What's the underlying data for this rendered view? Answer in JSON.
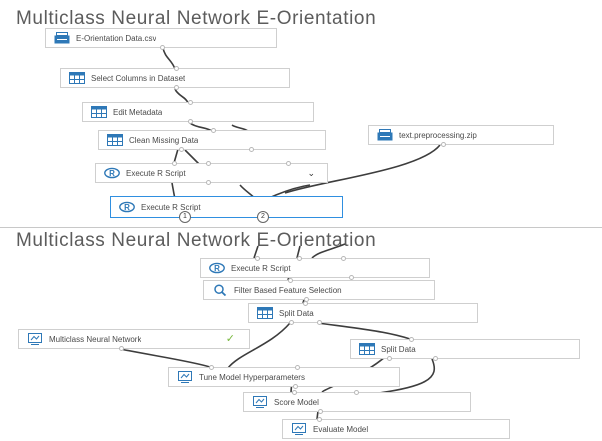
{
  "top_panel": {
    "title": "Multiclass Neural Network E-Orientation",
    "modules": {
      "dataset": {
        "label": "E-Orientation Data.csv",
        "icon": "dataset-icon"
      },
      "select_columns": {
        "label": "Select Columns in Dataset",
        "icon": "table-module-icon"
      },
      "edit_metadata": {
        "label": "Edit Metadata",
        "icon": "table-module-icon"
      },
      "clean_missing": {
        "label": "Clean Missing Data",
        "icon": "table-module-icon"
      },
      "zip": {
        "label": "text.preprocessing.zip",
        "icon": "dataset-icon"
      },
      "execute_r_1": {
        "label": "Execute R Script",
        "icon": "r-script-icon"
      },
      "execute_r_2": {
        "label": "Execute R Script",
        "icon": "r-script-icon",
        "ports": [
          "1",
          "2"
        ]
      }
    }
  },
  "bottom_panel": {
    "title": "Multiclass Neural Network E-Orientation",
    "modules": {
      "execute_r": {
        "label": "Execute R Script",
        "icon": "r-script-icon"
      },
      "filter_features": {
        "label": "Filter Based Feature Selection",
        "icon": "filter-icon"
      },
      "split_1": {
        "label": "Split Data",
        "icon": "table-module-icon"
      },
      "neural_net": {
        "label": "Multiclass Neural Network",
        "icon": "model-icon"
      },
      "split_2": {
        "label": "Split Data",
        "icon": "table-module-icon"
      },
      "tune": {
        "label": "Tune Model Hyperparameters",
        "icon": "model-icon"
      },
      "score": {
        "label": "Score Model",
        "icon": "model-icon"
      },
      "evaluate": {
        "label": "Evaluate Model",
        "icon": "model-icon"
      }
    }
  },
  "colors": {
    "selected_border": "#2f8fe0",
    "checkmark": "#78b83e",
    "wire": "#3d3d3d"
  }
}
